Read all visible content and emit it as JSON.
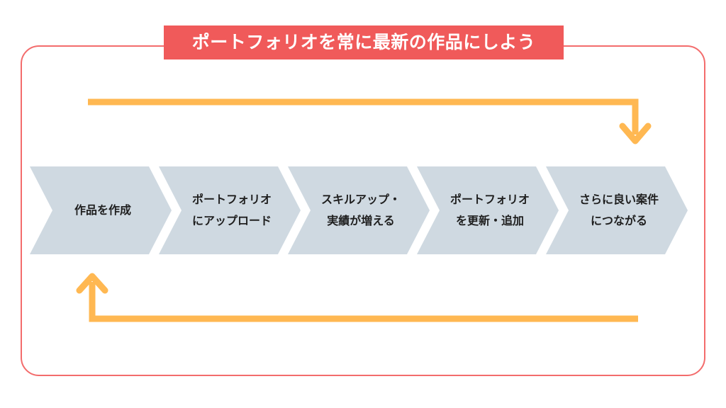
{
  "title": "ポートフォリオを常に最新の作品にしよう",
  "steps": [
    {
      "label": "作品を作成"
    },
    {
      "label": "ポートフォリオ\nにアップロード"
    },
    {
      "label": "スキルアップ・\n実績が増える"
    },
    {
      "label": "ポートフォリオ\nを更新・追加"
    },
    {
      "label": "さらに良い案件\nにつながる"
    }
  ],
  "colors": {
    "frame": "#f36c6c",
    "title_background": "#f05a5a",
    "chevron": "#cfd9e1",
    "arrow": "#ffb852"
  }
}
